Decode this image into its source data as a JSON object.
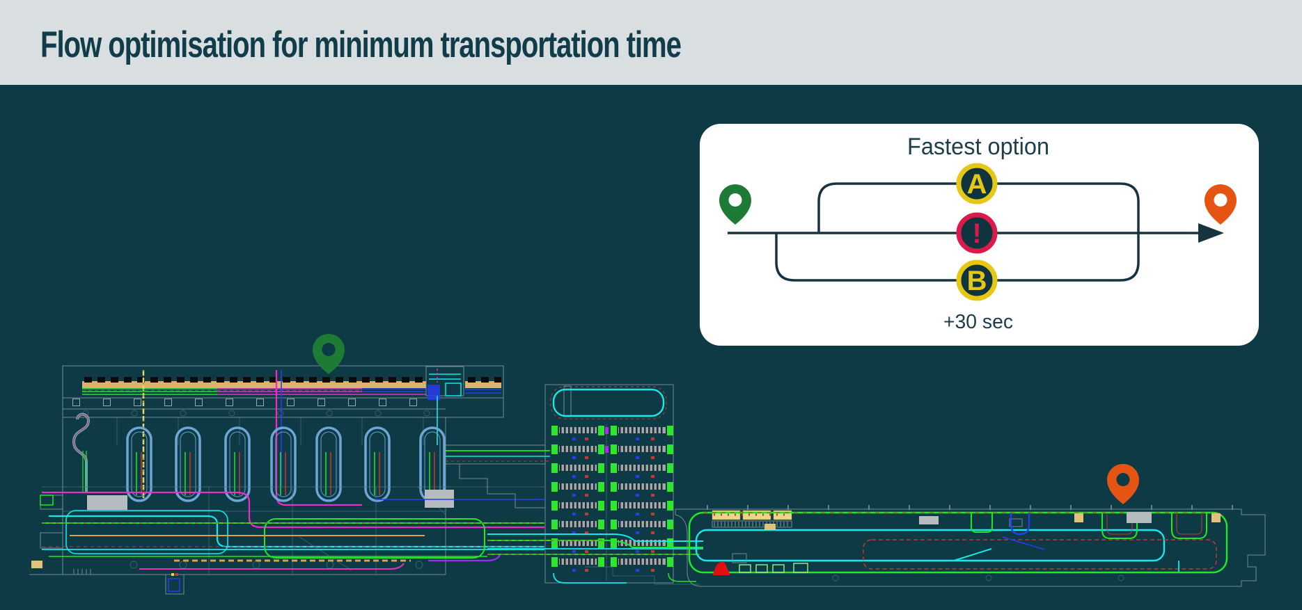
{
  "header": {
    "title": "Flow optimisation for minimum transportation time"
  },
  "route_card": {
    "fastest_label": "Fastest option",
    "delay_label": "+30 sec",
    "option_a": "A",
    "alert_mark": "!",
    "option_b": "B"
  },
  "colors": {
    "background": "#0d3a45",
    "header_bg": "#d9dfe0",
    "title_text": "#113c4a",
    "card_bg": "#ffffff",
    "diagram_line": "#16333e",
    "badge_ring_yellow": "#e5c816",
    "badge_ring_crimson": "#da1a4b",
    "origin_pin_green": "#1e7b36",
    "destination_pin_orange": "#e55412",
    "map_conveyor_cyan": "#17e8e8",
    "map_conveyor_green": "#25e625",
    "map_conveyor_magenta": "#f02cc8",
    "map_conveyor_blue": "#2a3cf0",
    "map_loop_lightblue": "#6ea6d8",
    "map_outline_gray": "#7e949c"
  }
}
